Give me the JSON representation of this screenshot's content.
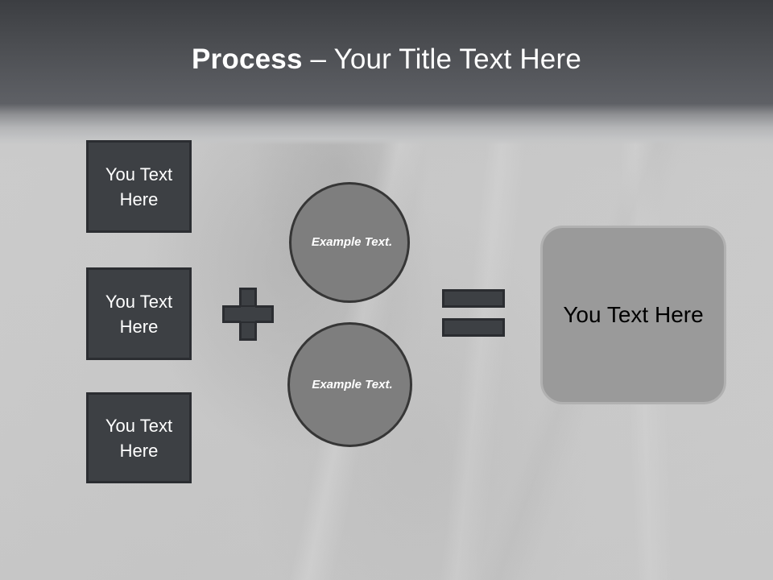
{
  "slide": {
    "title": {
      "bold_part": "Process",
      "regular_part": " – Your Title Text Here"
    },
    "theme": {
      "header_gradient_top": "#3c3e42",
      "header_gradient_mid": "#5e6065",
      "background": "#c9c9c9",
      "box_fill": "#3d4044",
      "box_border": "#2b2d31",
      "circle_fill": "#7e7e7e",
      "circle_border": "#363636",
      "result_fill": "#9a9a9a",
      "result_border": "#b1b1b1",
      "title_color": "#ffffff",
      "result_text_color": "#000000"
    },
    "input_boxes": [
      {
        "label": "You Text Here"
      },
      {
        "label": "You Text Here"
      },
      {
        "label": "You Text Here"
      }
    ],
    "operators": {
      "plus": "+",
      "equals": "="
    },
    "circles": [
      {
        "label": "Example Text."
      },
      {
        "label": "Example Text."
      }
    ],
    "result": {
      "label": "You Text Here"
    }
  }
}
